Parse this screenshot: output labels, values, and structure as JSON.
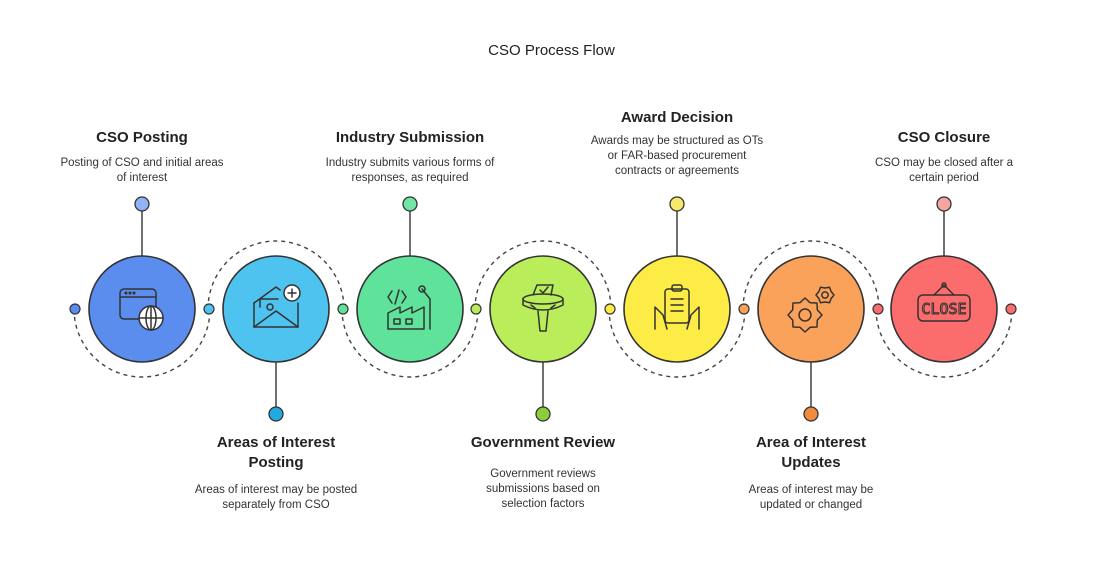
{
  "title": "CSO Process Flow",
  "steps": [
    {
      "title": "CSO Posting",
      "desc": "Posting of CSO and initial areas of interest",
      "color": "#5b8def",
      "dot": "#8fb3f5",
      "icon": "browser-globe-icon"
    },
    {
      "title": "Areas of Interest Posting",
      "desc": "Areas of interest may be posted separately from CSO",
      "color": "#4fc3ef",
      "dot": "#22a9e0",
      "icon": "envelope-plus-icon"
    },
    {
      "title": "Industry Submission",
      "desc": "Industry submits various forms of responses, as required",
      "color": "#5fe39a",
      "dot": "#73e6a6",
      "icon": "factory-robot-icon"
    },
    {
      "title": "Government Review",
      "desc": "Government reviews submissions based on selection factors",
      "color": "#b9ee5a",
      "dot": "#8ccd3c",
      "icon": "ballot-funnel-icon"
    },
    {
      "title": "Award Decision",
      "desc": "Awards may be structured as OTs or FAR-based procurement contracts or agreements",
      "color": "#fcec45",
      "dot": "#f7ea6a",
      "icon": "clipboard-hands-icon"
    },
    {
      "title": "Area of Interest Updates",
      "desc": "Areas of interest may be updated or changed",
      "color": "#fba25a",
      "dot": "#f08a3d",
      "icon": "gears-icon"
    },
    {
      "title": "CSO Closure",
      "desc": "CSO may be closed after a certain period",
      "color": "#fb6d6d",
      "dot": "#f7a3a0",
      "icon": "close-sign-icon",
      "sign": "CLOSE"
    }
  ]
}
